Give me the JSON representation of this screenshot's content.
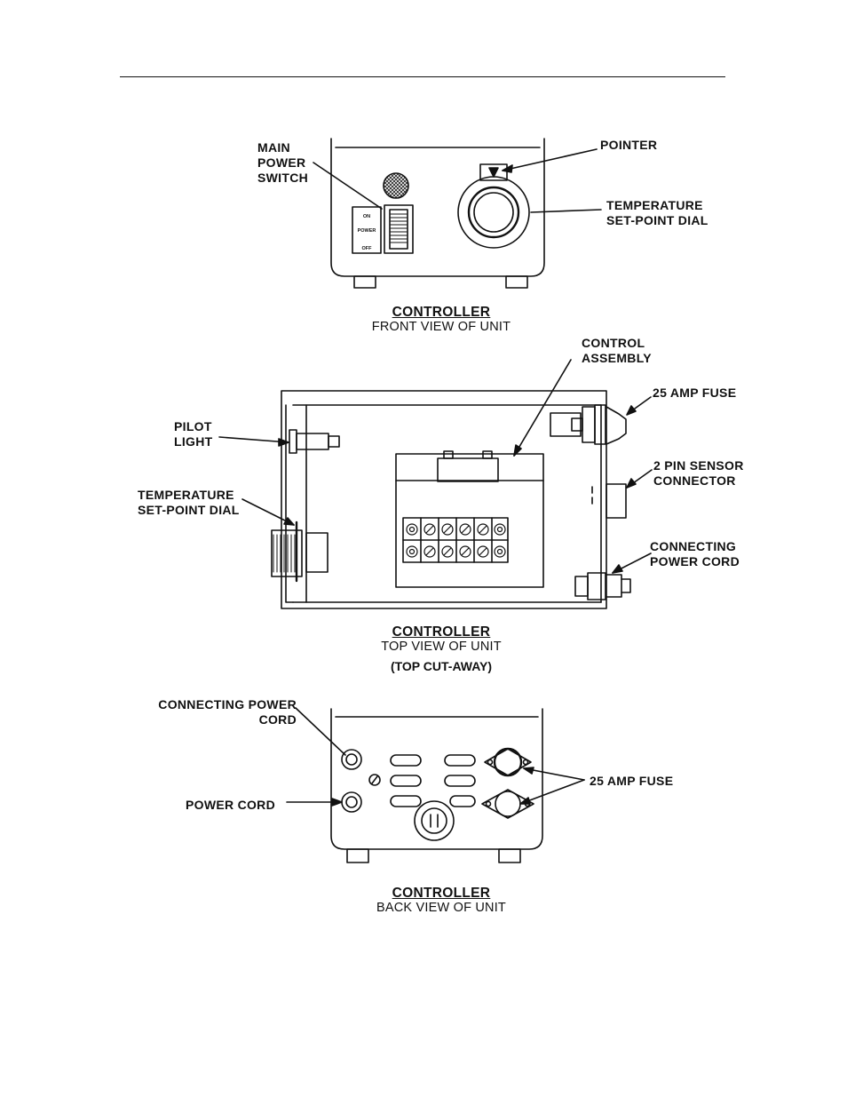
{
  "figures": {
    "front": {
      "caption_title": "CONTROLLER",
      "caption_sub": "FRONT VIEW OF UNIT",
      "labels": {
        "main_power_switch": "MAIN\nPOWER\nSWITCH",
        "pointer": "POINTER",
        "temp_dial": "TEMPERATURE\nSET-POINT DIAL"
      },
      "switch_text": {
        "on": "ON",
        "power": "POWER",
        "off": "OFF"
      }
    },
    "top": {
      "caption_title": "CONTROLLER",
      "caption_sub": "TOP VIEW OF UNIT",
      "caption_note": "(TOP CUT-AWAY)",
      "labels": {
        "control_assembly": "CONTROL\nASSEMBLY",
        "fuse": "25 AMP FUSE",
        "pilot_light": "PILOT\nLIGHT",
        "sensor_connector": "2 PIN SENSOR\nCONNECTOR",
        "temp_dial": "TEMPERATURE\nSET-POINT DIAL",
        "connecting_cord": "CONNECTING\nPOWER CORD"
      }
    },
    "back": {
      "caption_title": "CONTROLLER",
      "caption_sub": "BACK VIEW OF UNIT",
      "labels": {
        "connecting_cord": "CONNECTING POWER\nCORD",
        "fuse": "25 AMP FUSE",
        "power_cord": "POWER CORD"
      }
    }
  }
}
